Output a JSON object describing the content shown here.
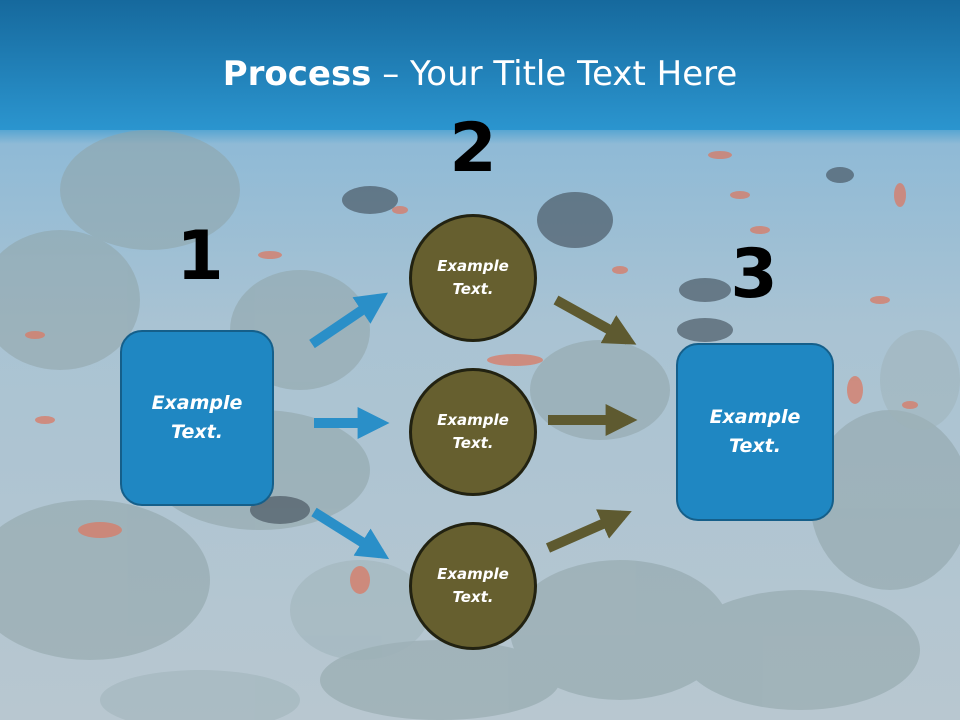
{
  "title": {
    "bold": "Process",
    "rest": " – Your Title Text Here"
  },
  "steps": [
    {
      "number": "1",
      "text": "Example Text."
    },
    {
      "number": "2",
      "items": [
        "Example Text.",
        "Example Text.",
        "Example Text."
      ]
    },
    {
      "number": "3",
      "text": "Example Text."
    }
  ],
  "colors": {
    "header": "#1f87c2",
    "box": "#1f87c2",
    "circle": "#665f2f",
    "arrow_blue": "#2a8fc8",
    "arrow_olive": "#5e5a30"
  }
}
